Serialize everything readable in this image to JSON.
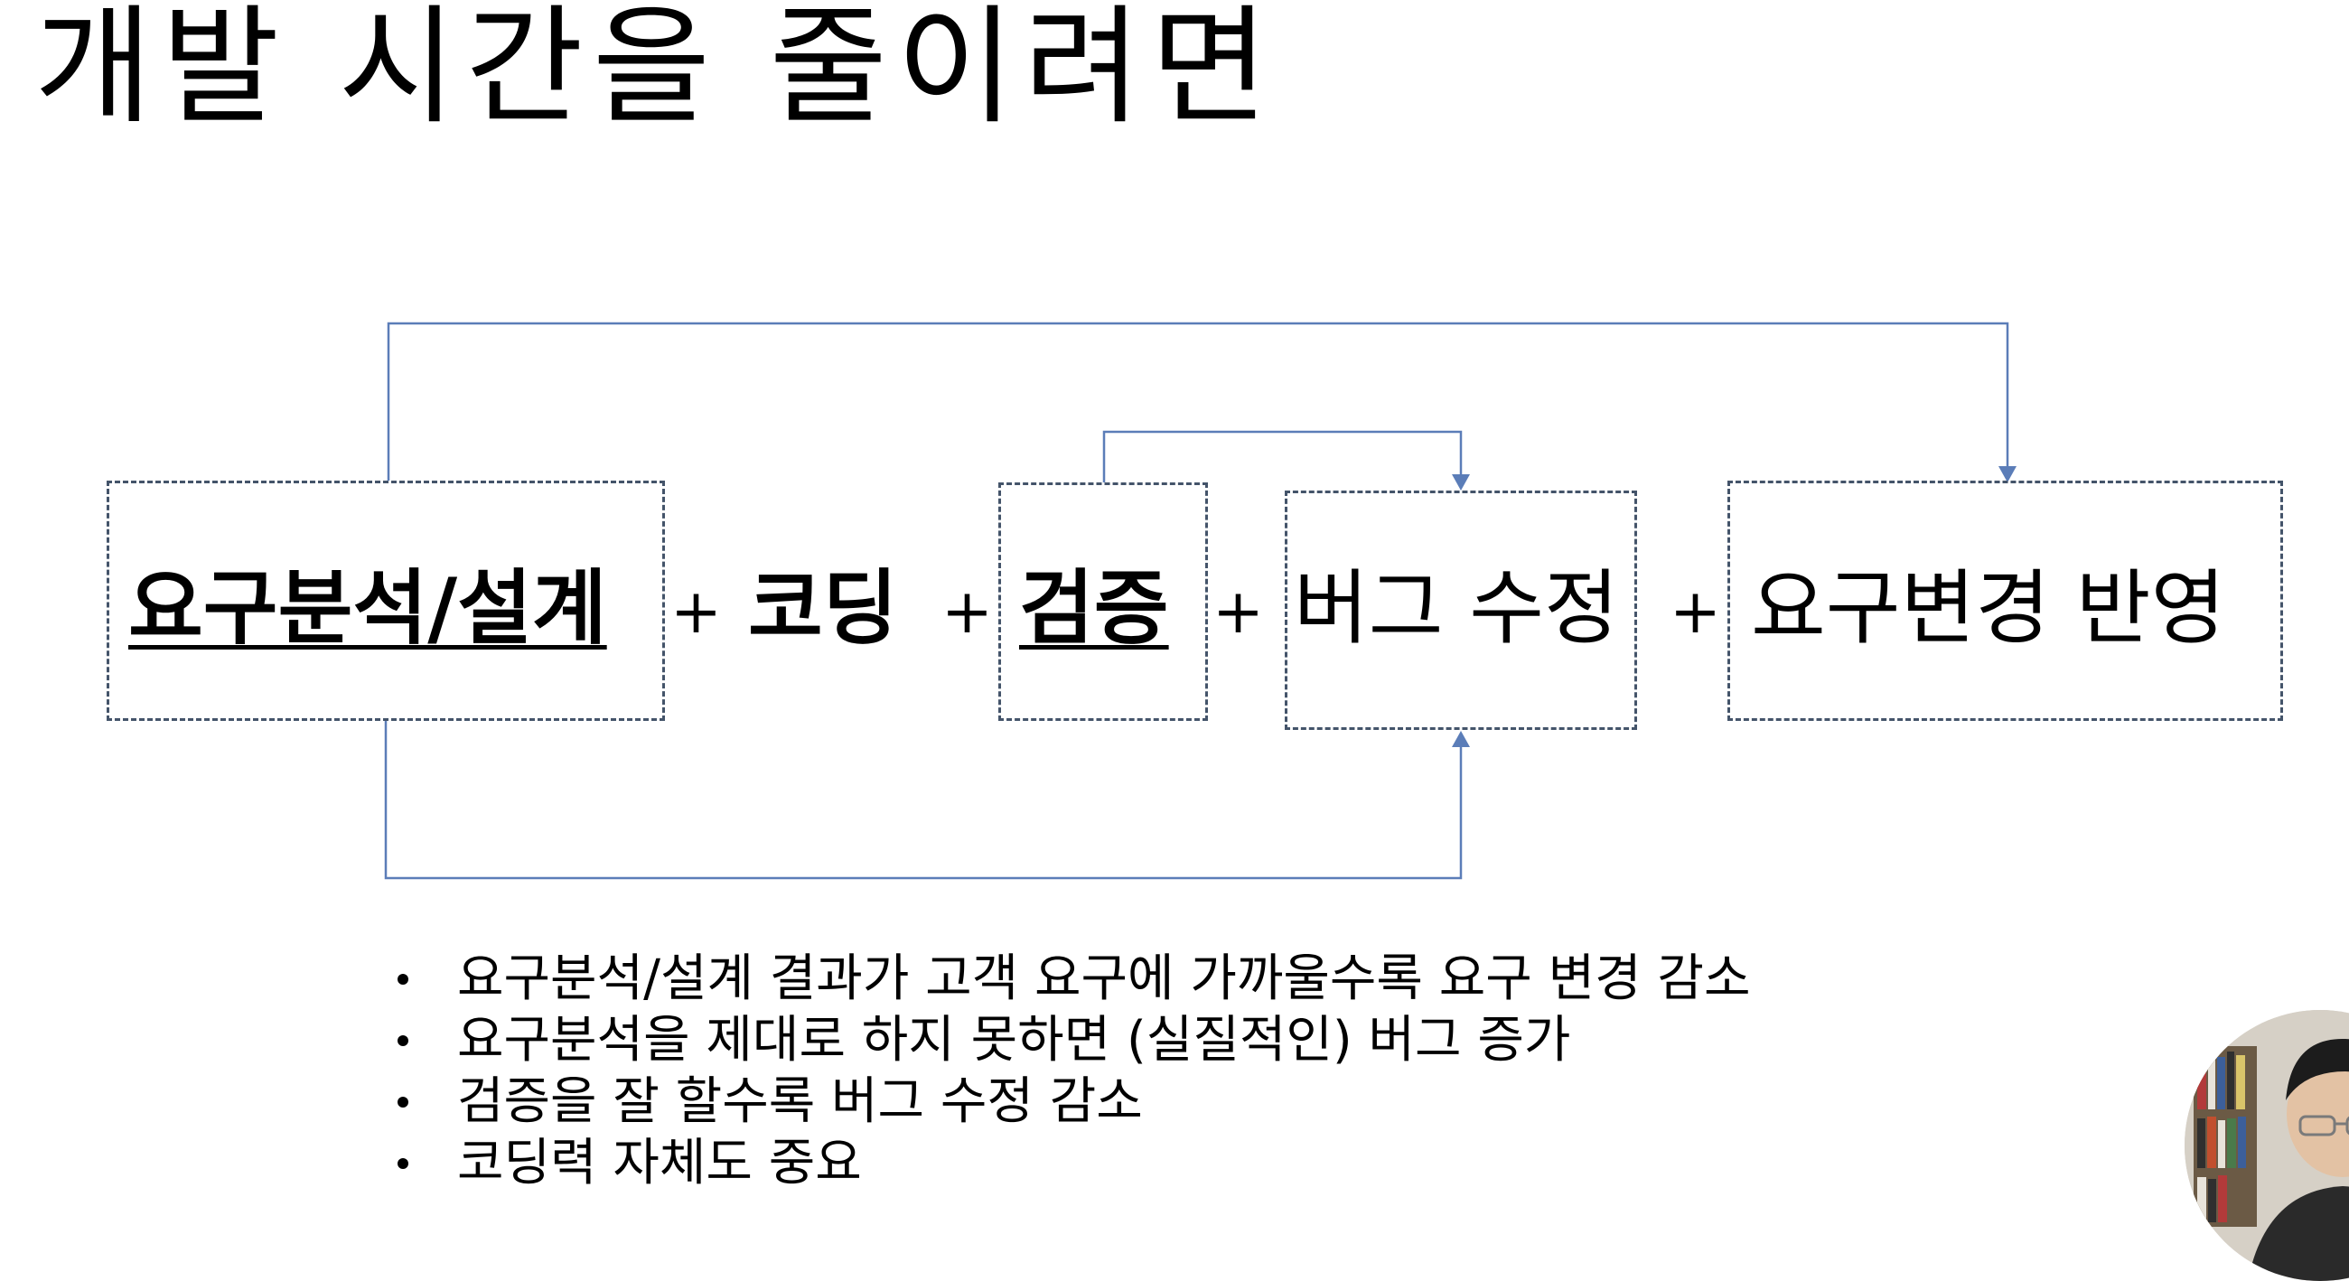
{
  "slide": {
    "title": "개발 시간을 줄이려면"
  },
  "diagram": {
    "terms": {
      "requirements_design": "요구분석/설계 ",
      "coding": "코딩",
      "verification": "검증",
      "bug_fix": "버그 수정",
      "change_reflection": "요구변경 반영"
    },
    "plus_sign": "+",
    "connector_color": "#5b7db8",
    "box_border_color": "#44546a"
  },
  "bullets": [
    "요구분석/설계 결과가 고객 요구에 가까울수록 요구 변경 감소",
    "요구분석을 제대로 하지 못하면 (실질적인) 버그 증가",
    "검증을 잘 할수록 버그 수정 감소",
    "코딩력 자체도 중요"
  ],
  "presenter": {
    "icon": "webcam-overlay"
  }
}
